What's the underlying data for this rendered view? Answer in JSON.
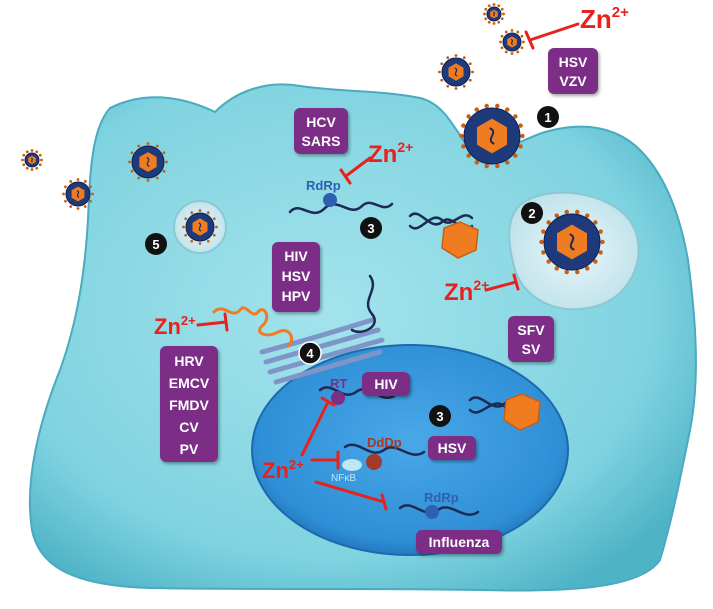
{
  "zinc": {
    "base": "Zn",
    "charge": "2+"
  },
  "steps": [
    "1",
    "2",
    "3",
    "4",
    "5"
  ],
  "boxes": {
    "hsv_vzv": [
      "HSV",
      "VZV"
    ],
    "hcv_sars": [
      "HCV",
      "SARS"
    ],
    "hiv_hsv_hpv": [
      "HIV",
      "HSV",
      "HPV"
    ],
    "sfv_sv": [
      "SFV",
      "SV"
    ],
    "picorna": [
      "HRV",
      "EMCV",
      "FMDV",
      "CV",
      "PV"
    ],
    "hiv": "HIV",
    "hsv": "HSV",
    "influenza": "Influenza"
  },
  "enzymes": {
    "rdrp_cyto": "RdRp",
    "rt": "RT",
    "dddp": "DdDp",
    "nfkb": "NFκB",
    "rdrp_nuc": "RdRp"
  },
  "colors": {
    "cell": "#7fd3e0",
    "nucleus": "#2f8fd6",
    "label_box": "#7b2f86",
    "zinc": "#e8211d",
    "capsid": "#f07c22",
    "envelope": "#1f3a7a"
  }
}
